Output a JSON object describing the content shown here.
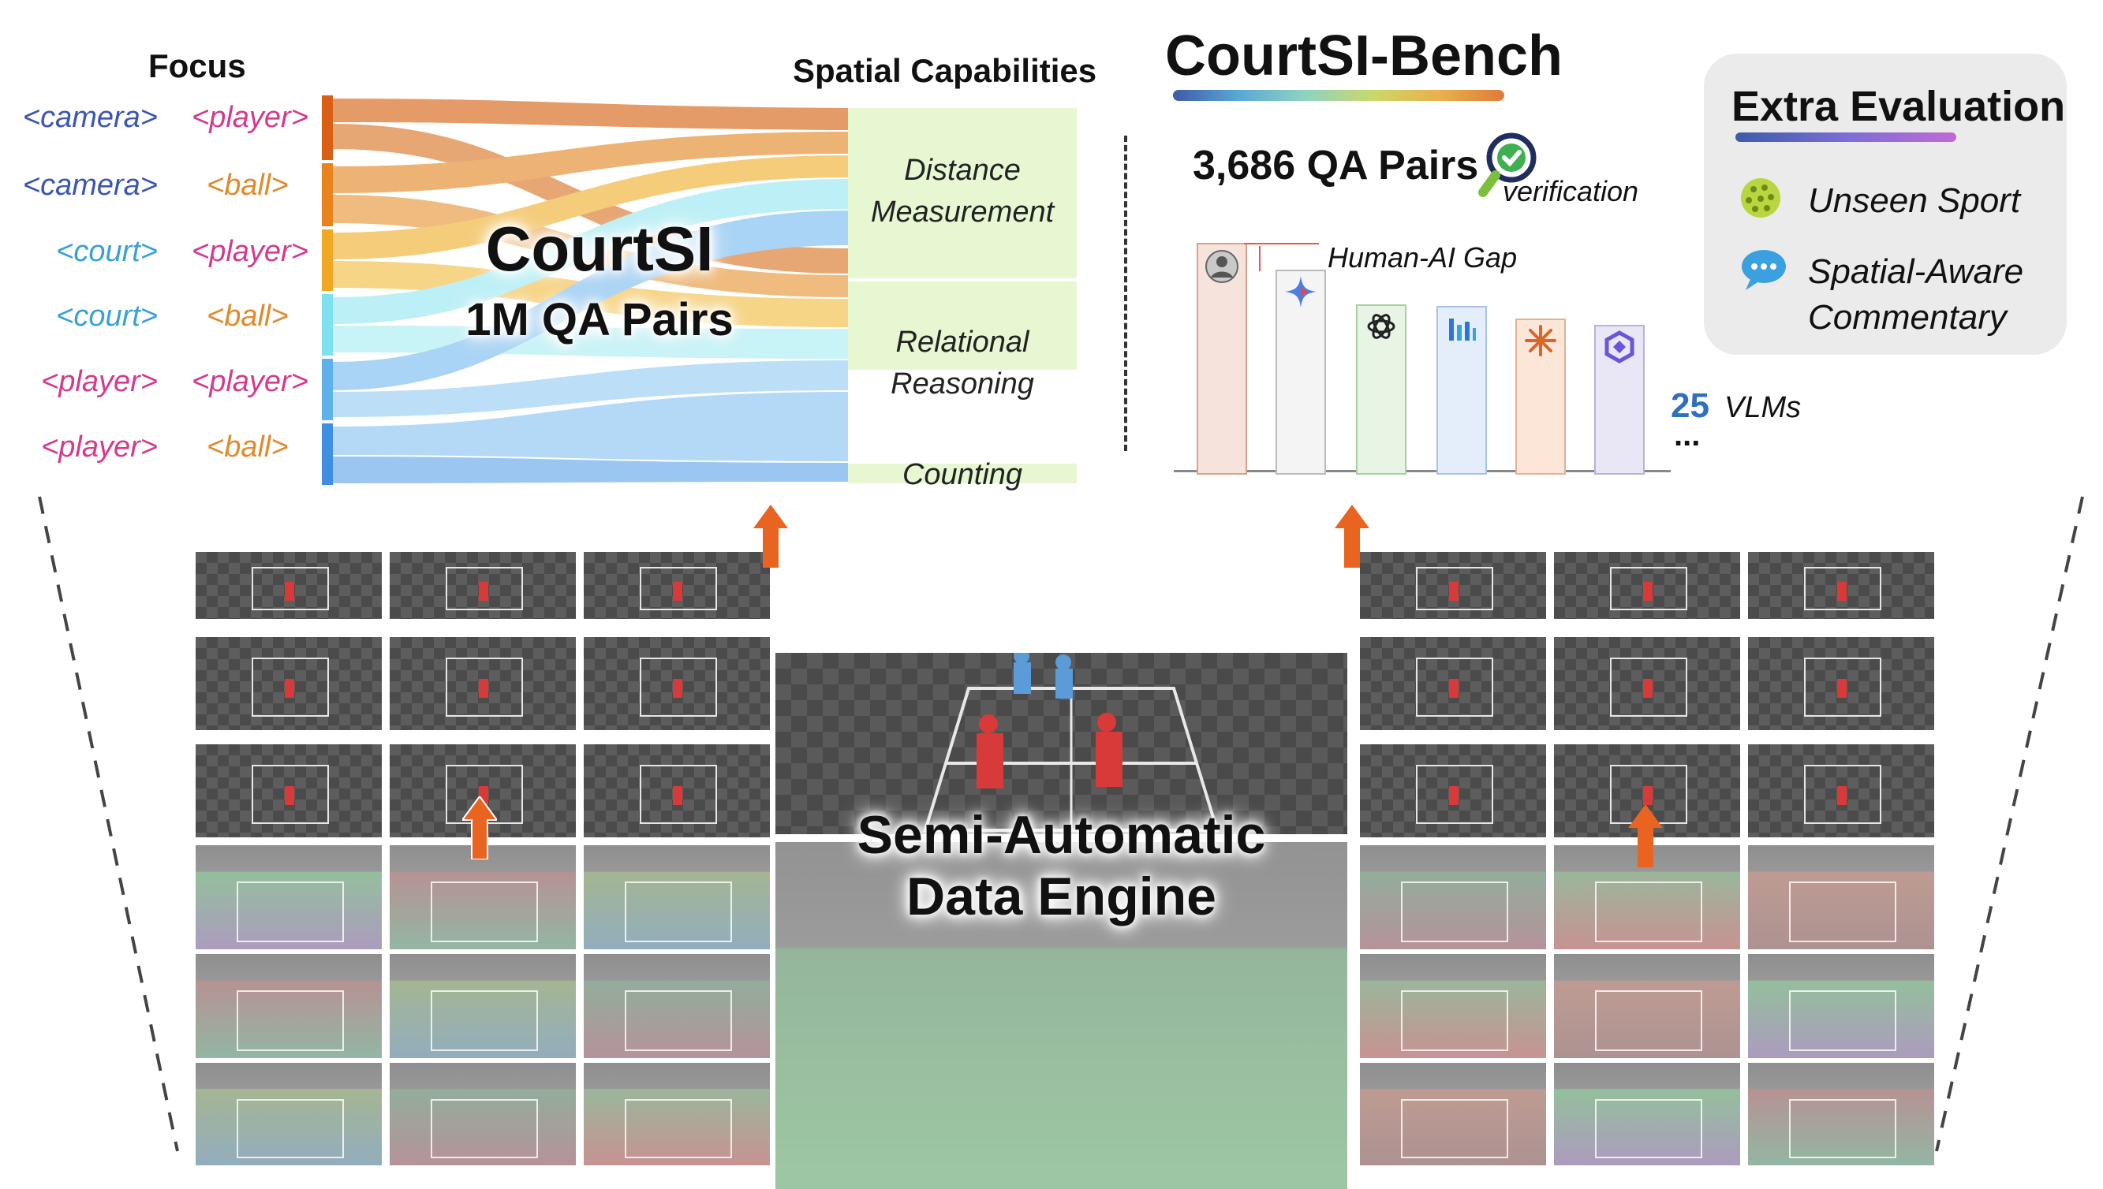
{
  "focus": {
    "title": "Focus",
    "pairs": [
      {
        "a": "<camera>",
        "b": "<player>",
        "a_color": "#3b56b0",
        "b_color": "#d43a8e"
      },
      {
        "a": "<camera>",
        "b": "<ball>",
        "a_color": "#3b56b0",
        "b_color": "#e08a2c"
      },
      {
        "a": "<court>",
        "b": "<player>",
        "a_color": "#3aa0d8",
        "b_color": "#d43a8e"
      },
      {
        "a": "<court>",
        "b": "<ball>",
        "a_color": "#3aa0d8",
        "b_color": "#e08a2c"
      },
      {
        "a": "<player>",
        "b": "<player>",
        "a_color": "#d43a8e",
        "b_color": "#d43a8e"
      },
      {
        "a": "<player>",
        "b": "<ball>",
        "a_color": "#d43a8e",
        "b_color": "#e08a2c"
      }
    ]
  },
  "capabilities": {
    "title": "Spatial Capabilities",
    "items": [
      "Distance Measurement",
      "Relational Reasoning",
      "Counting"
    ]
  },
  "center": {
    "title": "CourtSI",
    "subtitle": "1M QA Pairs"
  },
  "bench": {
    "title": "CourtSI-Bench",
    "qa": "3,686 QA Pairs",
    "verification": "verification",
    "gap": "Human-AI Gap",
    "count": "25",
    "vlms": "VLMs",
    "more": "..."
  },
  "extra": {
    "title": "Extra Evaluation",
    "items": [
      "Unseen Sport",
      "Spatial-Aware Commentary"
    ]
  },
  "engine": {
    "line1": "Semi-Automatic",
    "line2": "Data Engine"
  },
  "colors": {
    "flow_orange": "#e07a2c",
    "flow_yellow": "#efb13a",
    "flow_cyan": "#8fe3ef",
    "flow_blue": "#7ab4ee",
    "arrow": "#e86420",
    "counting_blue": "#2f6fbf"
  }
}
